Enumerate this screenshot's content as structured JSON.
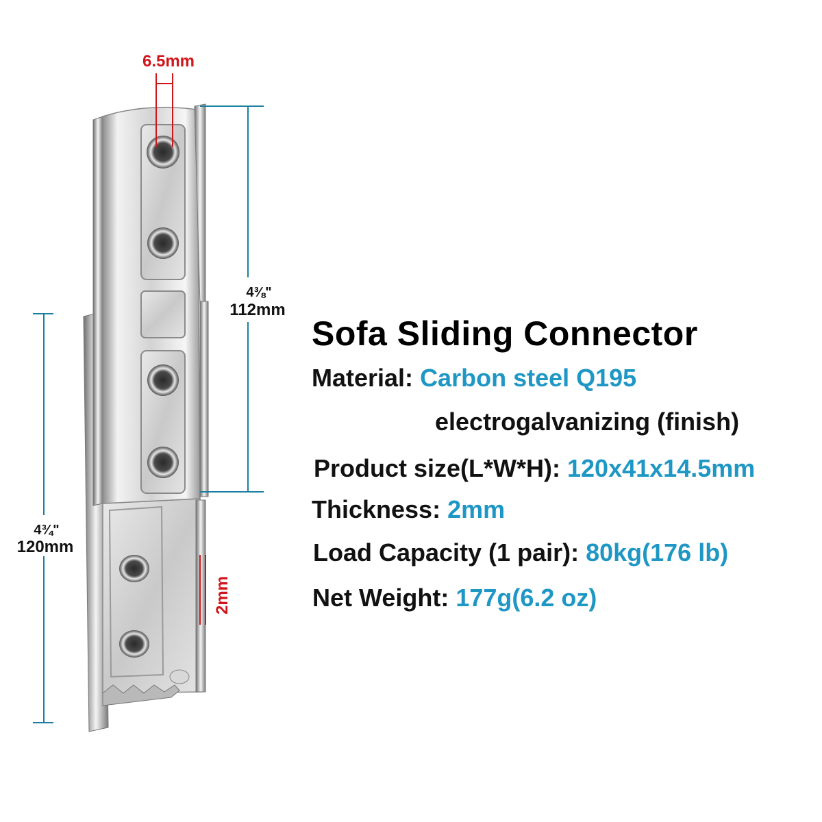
{
  "title": "Sofa Sliding Connector",
  "specs": {
    "material": {
      "label": "Material:",
      "value": "Carbon steel Q195"
    },
    "finish": {
      "value": "electrogalvanizing (finish)"
    },
    "size": {
      "label": "Product size(L*W*H):",
      "value": "120x41x14.5mm"
    },
    "thickness": {
      "label": "Thickness:",
      "value": "2mm"
    },
    "load": {
      "label": "Load Capacity (1 pair):",
      "value": "80kg(176 lb)"
    },
    "weight": {
      "label": "Net Weight:",
      "value": "177g(6.2 oz)"
    }
  },
  "dimensions": {
    "hole_diameter": "6.5mm",
    "upper_length_in": "4⅜\"",
    "upper_length_mm": "112mm",
    "total_length_in": "4¾\"",
    "total_length_mm": "120mm",
    "thickness": "2mm"
  },
  "colors": {
    "accent_blue": "#1f97c4",
    "dimension_red": "#d0161b",
    "dimension_blue": "#1a7fa3",
    "text": "#111111"
  }
}
